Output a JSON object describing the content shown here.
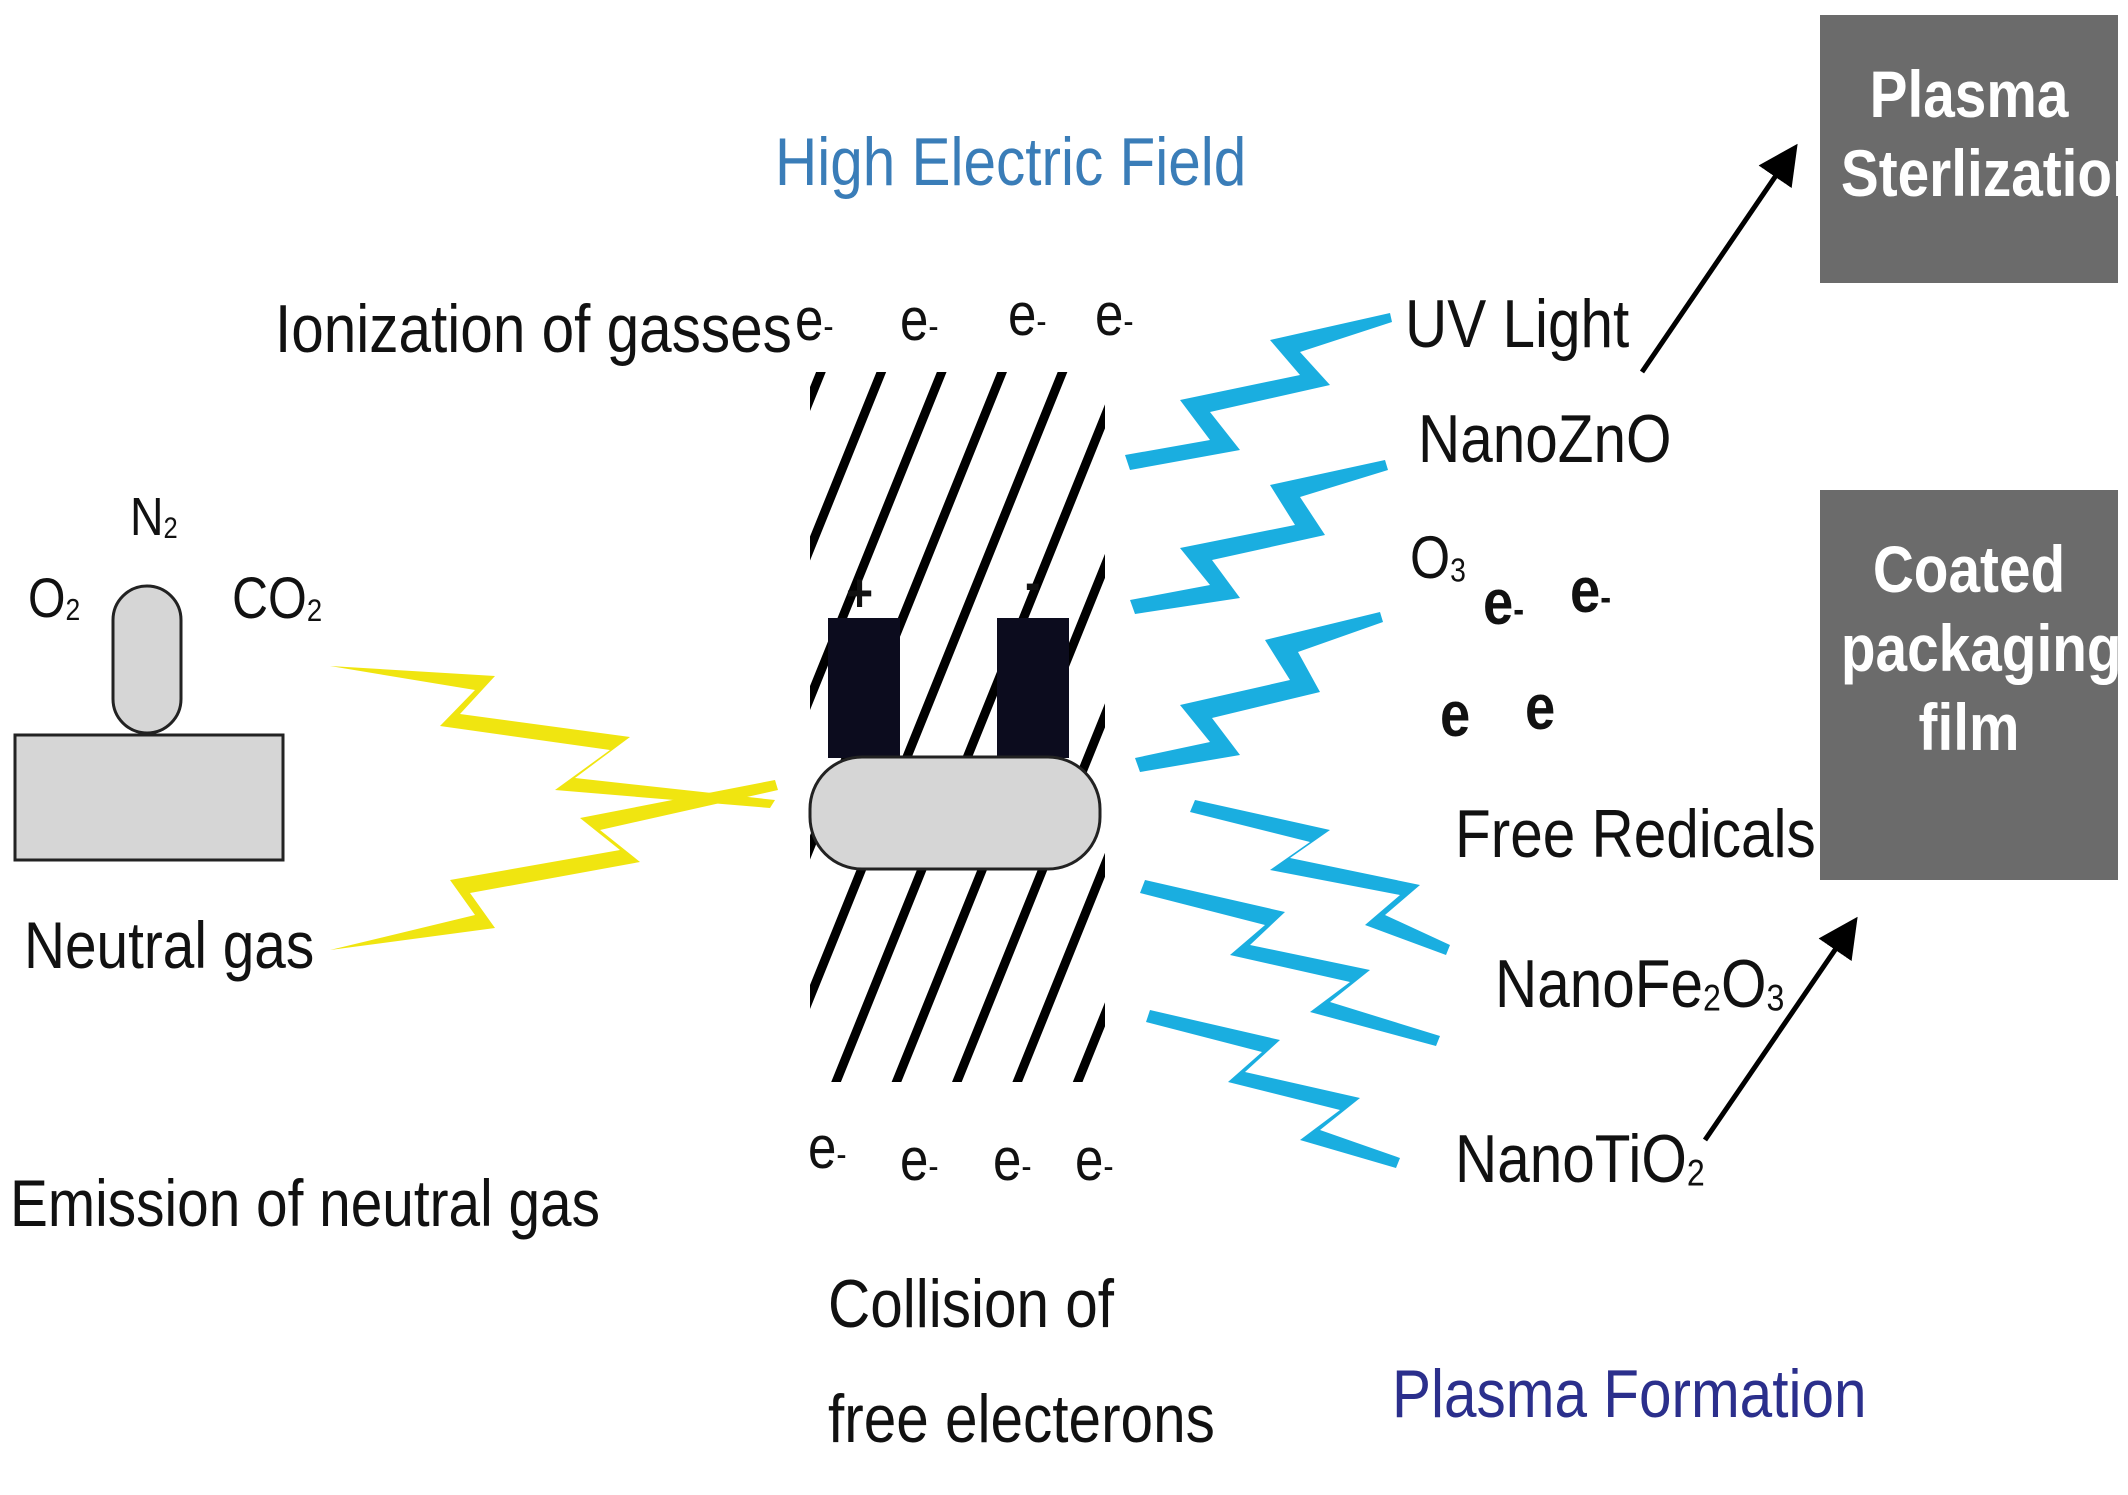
{
  "top_label": "High Electric Field",
  "left": {
    "molecules": {
      "o2": "O",
      "o2_sub": "2",
      "n2": "N",
      "n2_sub": "2",
      "co2": "CO",
      "co2_sub": "2"
    },
    "neutral_gas": "Neutral gas",
    "emission": "Emission of neutral gas"
  },
  "center": {
    "ionization": "Ionization of gasses",
    "electron_symbol": "e",
    "electron_charge": "-",
    "plus": "+",
    "minus": "-",
    "collision_line1": "Collision of",
    "collision_line2": "free electerons"
  },
  "right": {
    "uv_light": "UV Light",
    "nano_zno": "NanoZnO",
    "o3": "O",
    "o3_sub": "3",
    "free_radicals": "Free Redicals",
    "nano_fe2o3_a": "NanoFe",
    "nano_fe2o3_sub1": "2",
    "nano_fe2o3_b": "O",
    "nano_fe2o3_sub2": "3",
    "nano_tio2_a": "NanoTiO",
    "nano_tio2_sub": "2",
    "plasma_formation": "Plasma Formation"
  },
  "outcomes": {
    "sterilization_line1": "Plasma",
    "sterilization_line2": "Sterlization",
    "coated_line1": "Coated",
    "coated_line2": "packaging",
    "coated_line3": "film"
  },
  "colors": {
    "yellow_bolt": "#f0e510",
    "blue_bolt": "#1aaee0",
    "box_fill": "#6b6b6b",
    "high_field_text": "#3a7db8",
    "plasma_formation_text": "#2b2f8c",
    "electrode": "#0c0c1e",
    "gray_fill": "#d6d6d6"
  }
}
